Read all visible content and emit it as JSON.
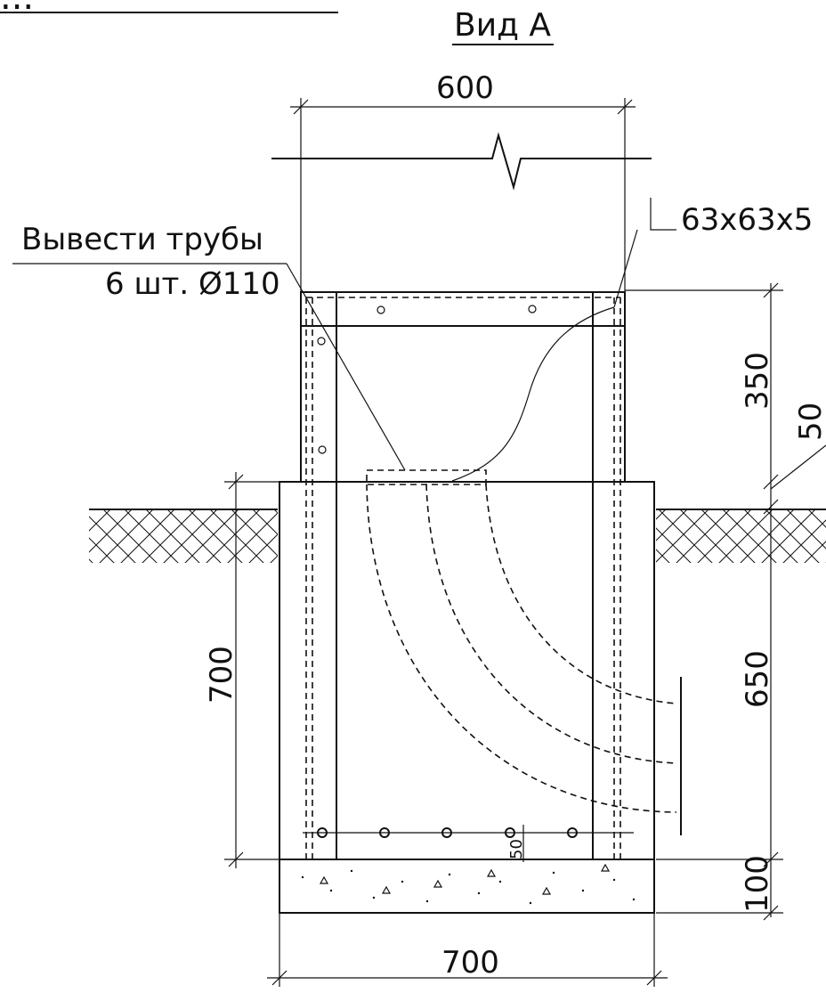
{
  "title_fragment": "...",
  "view": {
    "title": "Вид А"
  },
  "labels": {
    "pipes_line1": "Вывести трубы",
    "pipes_line2": "6 шт. Ø110",
    "angle_profile": "63х63х5"
  },
  "dimensions": {
    "top_width": "600",
    "frame_height": "350",
    "offset_top": "50",
    "depth_left": "700",
    "depth_right": "650",
    "slab_thickness": "100",
    "bottom_width": "700",
    "bar_spacing": "50"
  },
  "colors": {
    "line": "#111111",
    "background": "#ffffff"
  }
}
